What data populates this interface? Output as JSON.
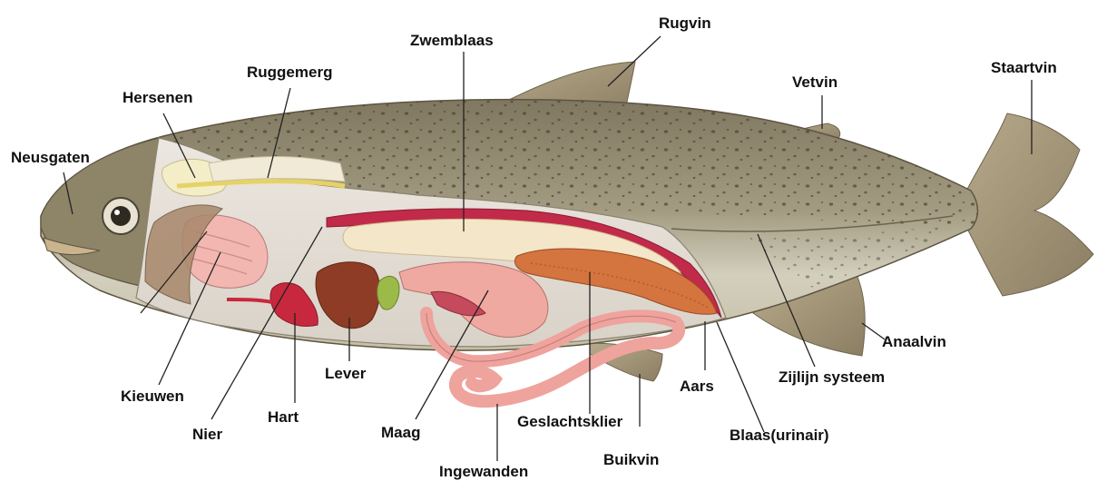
{
  "labels": {
    "neusgaten": "Neusgaten",
    "hersenen": "Hersenen",
    "ruggemerg": "Ruggemerg",
    "zwemblaas": "Zwemblaas",
    "rugvin": "Rugvin",
    "vetvin": "Vetvin",
    "staartvin": "Staartvin",
    "anaalvin": "Anaalvin",
    "zijlijn": "Zijlijn systeem",
    "aars": "Aars",
    "blaas": "Blaas(urinair)",
    "buikvin": "Buikvin",
    "geslachtsklier": "Geslachtsklier",
    "ingewanden": "Ingewanden",
    "maag": "Maag",
    "lever": "Lever",
    "hart": "Hart",
    "nier": "Nier",
    "kieuwen": "Kieuwen"
  },
  "colors": {
    "skin": "#a39a80",
    "belly": "#e4e1d2",
    "spots": "#4a4536",
    "organ_red": "#c22a4a",
    "organ_pink": "#f2b7b1",
    "liver": "#8f3c27",
    "bile": "#9cba4a",
    "gonad": "#d4743e",
    "swimbladder": "#f4e6c8"
  }
}
